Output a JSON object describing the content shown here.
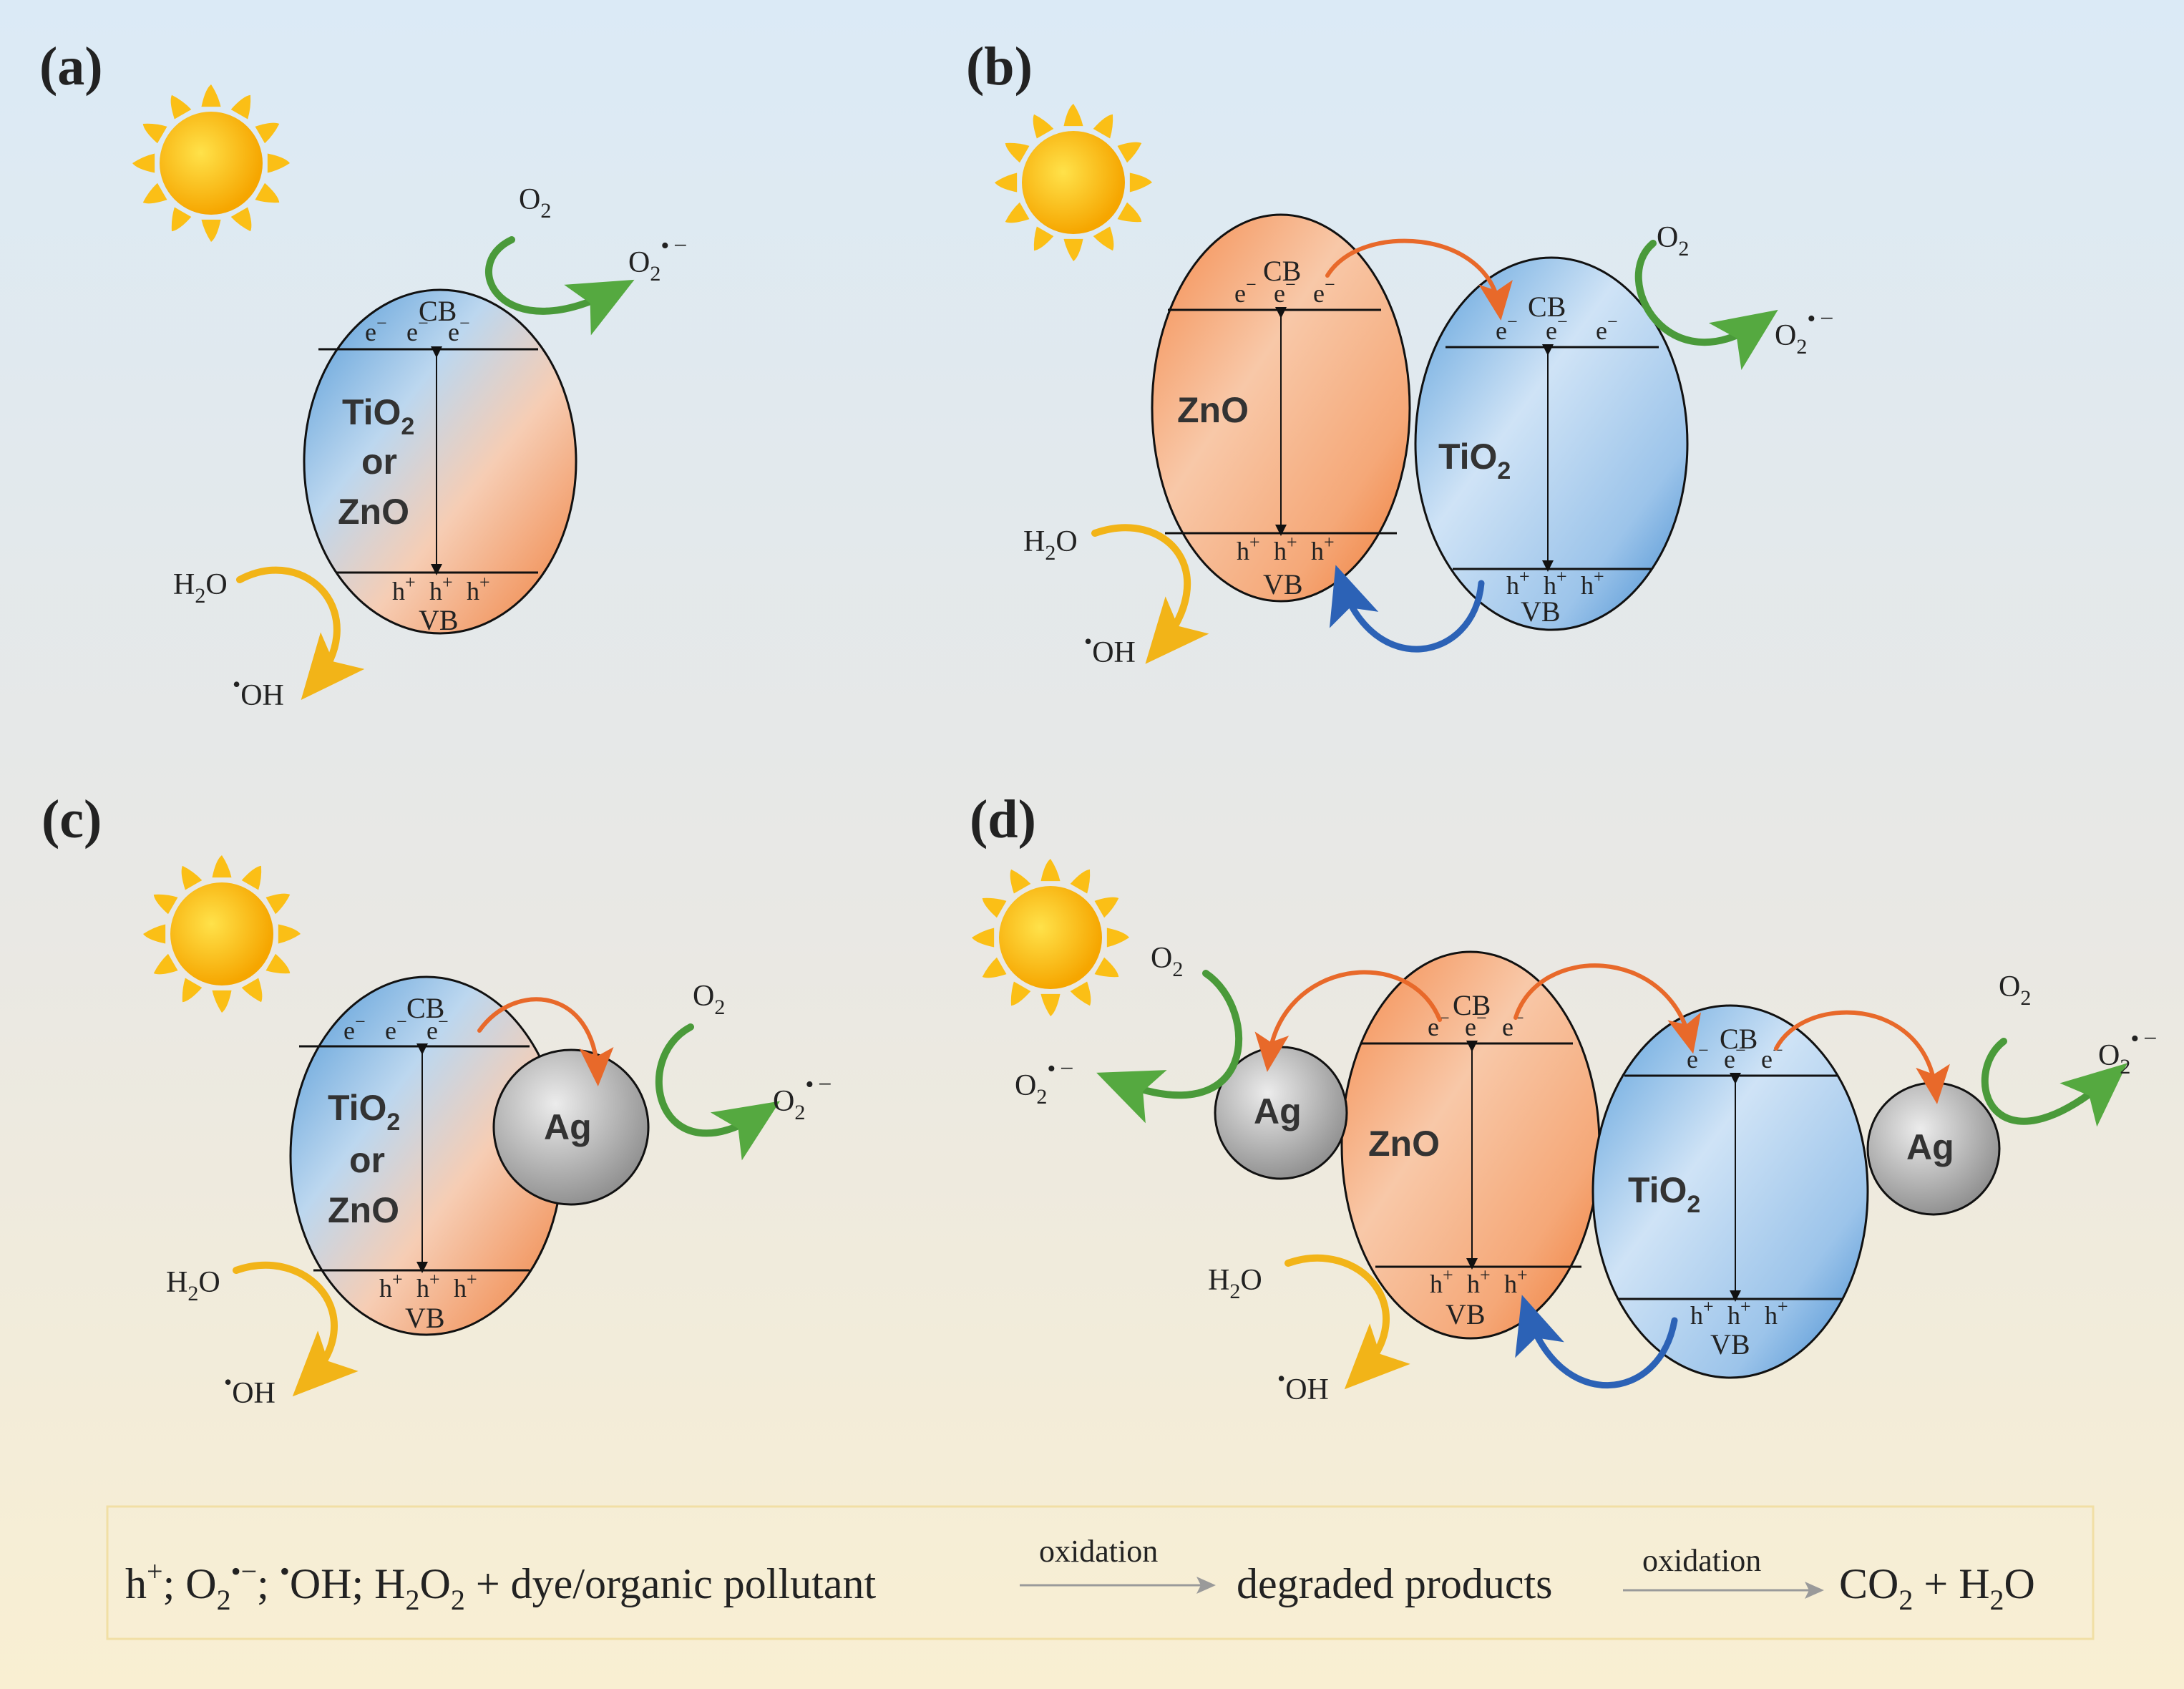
{
  "panels": {
    "a": {
      "label": "(a)",
      "material": [
        "TiO",
        "or",
        "ZnO"
      ]
    },
    "b": {
      "label": "(b)",
      "left": "ZnO",
      "right": "TiO"
    },
    "c": {
      "label": "(c)",
      "material": [
        "TiO",
        "or",
        "ZnO"
      ],
      "metal": "Ag"
    },
    "d": {
      "label": "(d)",
      "left": "ZnO",
      "right": "TiO",
      "metal": "Ag"
    }
  },
  "bands": {
    "cb": "CB",
    "vb": "VB",
    "electron": "e",
    "hole": "h"
  },
  "species": {
    "o2": "O",
    "superoxide": "O",
    "h2o_h": "H",
    "h2o_o": "O",
    "oh": "OH",
    "sub2": "2",
    "sup_minus": "−",
    "sup_plus": "+",
    "radical": "•"
  },
  "equation": {
    "lhs_parts": [
      "h",
      "; O",
      "; ",
      "OH; H",
      "O",
      " + dye/organic pollutant"
    ],
    "arrow1_label": "oxidation",
    "middle": "degraded products",
    "arrow2_label": "oxidation",
    "rhs_parts": [
      "CO",
      " + H",
      "O"
    ]
  },
  "colors": {
    "bg_top": "#dbeaf6",
    "bg_bottom": "#f9efd2",
    "orange_light": "#f8cbad",
    "orange_dark": "#f07f3c",
    "blue_light": "#cfe3f6",
    "blue_dark": "#4f97d6",
    "arrow_green": "#4a9a3a",
    "arrow_orange": "#e8692a",
    "arrow_blue": "#2c62b6",
    "arrow_yellow": "#f2b418",
    "ag_grey": "#a9a9a9",
    "arrow_grey": "#9a9a9a",
    "sun": "#fbbf16"
  },
  "icons": [
    "sun-icon"
  ]
}
